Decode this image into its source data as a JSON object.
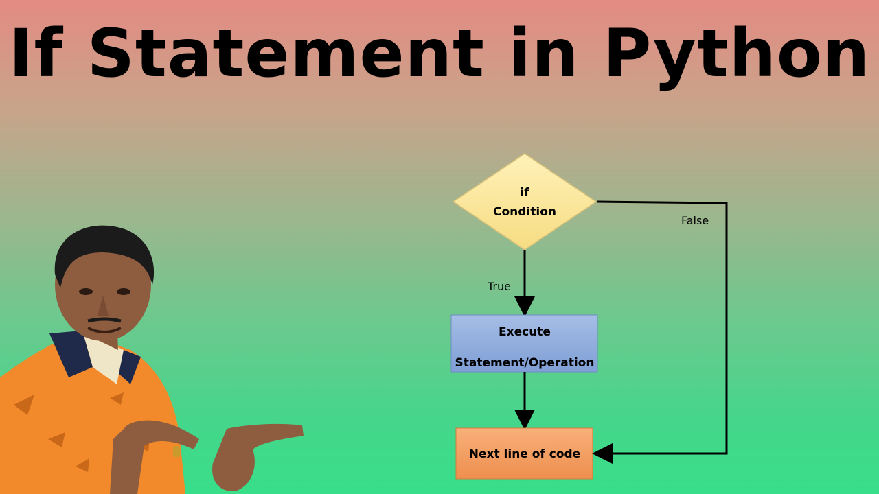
{
  "title": "If Statement in Python",
  "nodes": {
    "decision_line1": "if",
    "decision_line2": "Condition",
    "process_line1": "Execute",
    "process_line2": "Statement/Operation",
    "end": "Next line of code"
  },
  "edges": {
    "true_label": "True",
    "false_label": "False"
  },
  "colors": {
    "decision_fill": "#fde89b",
    "process_fill": "#8eaadb",
    "end_fill": "#f4a46a",
    "shirt": "#f28a2b",
    "collar": "#1f2a4a"
  }
}
